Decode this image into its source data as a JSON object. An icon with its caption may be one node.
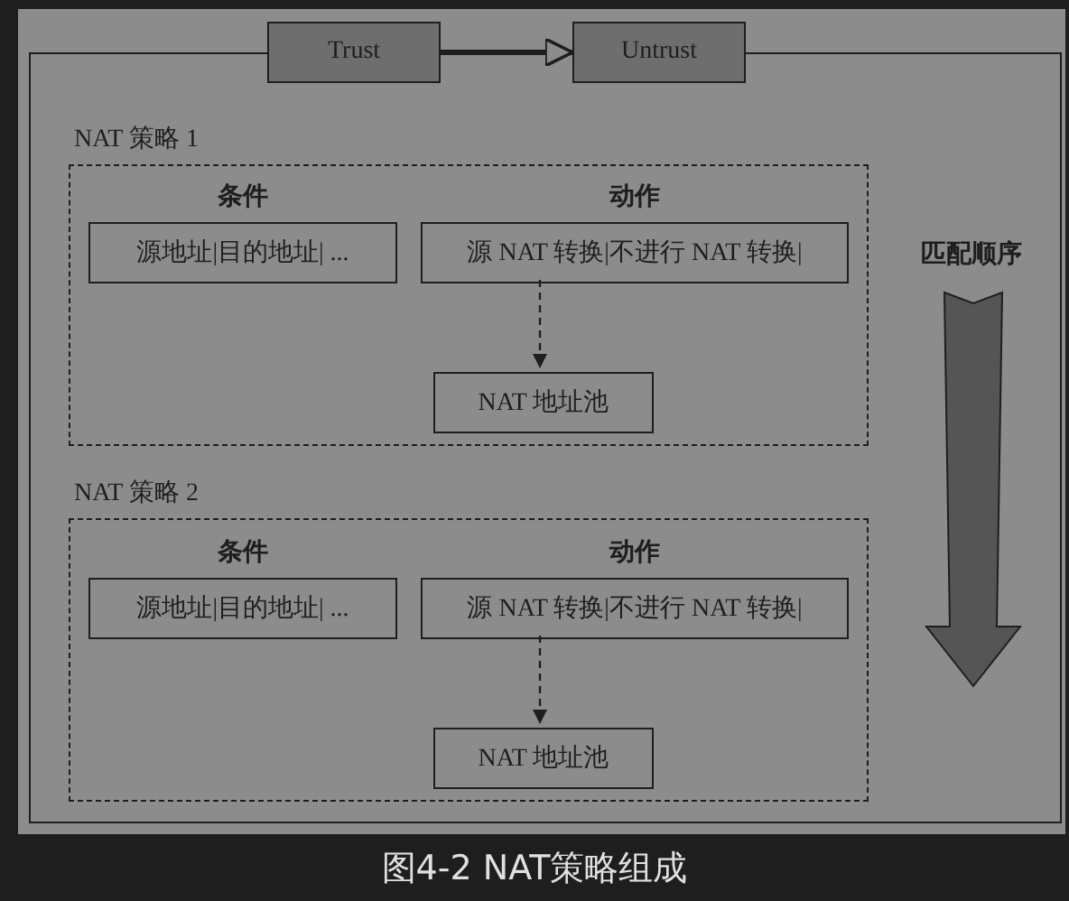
{
  "diagram": {
    "caption": "图4-2 NAT策略组成",
    "nodes": [
      {
        "text": [
          "Trust"
        ]
      },
      {
        "text": [
          "Untrust"
        ]
      },
      {
        "text": [],
        "shape": "box"
      },
      {
        "text": [
          "NAT 策略 1"
        ],
        "in": 2
      },
      {
        "text": [
          "条件",
          "源地址|目的地址| ..."
        ],
        "in": 3
      },
      {
        "text": [
          "动作",
          "源 NAT 转换|不进行 NAT 转换|"
        ],
        "in": 3
      },
      {
        "text": [
          "NAT 地址池"
        ],
        "in": 3
      },
      {
        "text": [
          "NAT 策略 2"
        ],
        "in": 2
      },
      {
        "text": [
          "条件",
          "源地址|目的地址| ..."
        ],
        "in": 7
      },
      {
        "text": [
          "动作",
          "源 NAT 转换|不进行 NAT 转换|"
        ],
        "in": 7
      },
      {
        "text": [
          "NAT 地址池"
        ],
        "in": 7
      }
    ],
    "edges": [
      {
        "from": 0,
        "to": 1,
        "arrow": "to",
        "style": "thick"
      },
      {
        "from": 5,
        "to": 6,
        "arrow": "to",
        "style": "dashed"
      },
      {
        "from": 9,
        "to": 10,
        "arrow": "to",
        "style": "dashed"
      }
    ],
    "labels": [
      "匹配顺序"
    ]
  }
}
